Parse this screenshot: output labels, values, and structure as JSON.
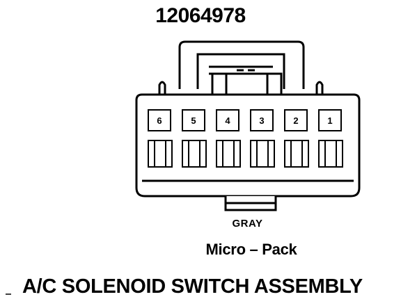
{
  "diagram": {
    "part_number": "12064978",
    "pins": [
      "6",
      "5",
      "4",
      "3",
      "2",
      "1"
    ],
    "wire_color": "GRAY",
    "connector_type": "Micro – Pack",
    "assembly_name": "A/C SOLENOID SWITCH ASSEMBLY"
  },
  "colors": {
    "line": "#000000",
    "background": "#ffffff"
  }
}
